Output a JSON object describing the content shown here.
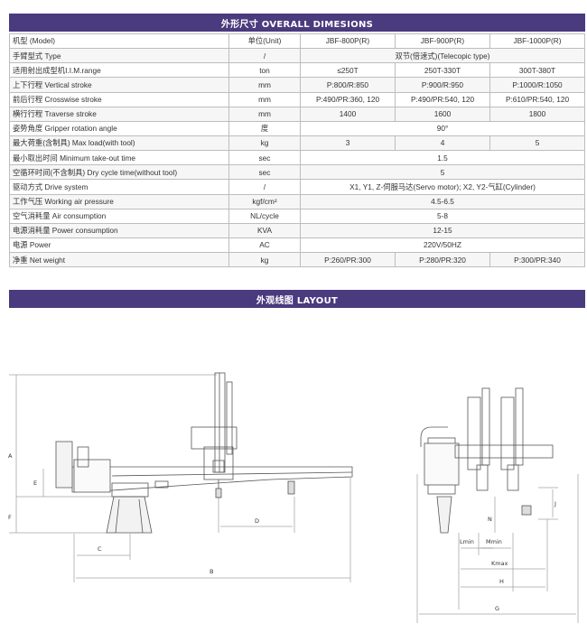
{
  "section_spec": {
    "title": "外形尺寸 OVERALL DIMESIONS"
  },
  "section_layout": {
    "title": "外观线图 LAYOUT"
  },
  "table": {
    "rows": [
      {
        "name": "机型 (Model)",
        "unit": "单位(Unit)",
        "values": [
          "JBF-800P(R)",
          "JBF-900P(R)",
          "JBF-1000P(R)"
        ]
      },
      {
        "name": "手臂型式 Type",
        "unit": "/",
        "values": [
          "双节(倍速式)(Telecopic type)"
        ]
      },
      {
        "name": "适用射出成型机I.I.M.range",
        "unit": "ton",
        "values": [
          "≤250T",
          "250T-330T",
          "300T-380T"
        ]
      },
      {
        "name": "上下行程 Vertical stroke",
        "unit": "mm",
        "values": [
          "P:800/R:850",
          "P:900/R:950",
          "P:1000/R:1050"
        ]
      },
      {
        "name": "前后行程 Crosswise stroke",
        "unit": "mm",
        "values": [
          "P:490/PR:360, 120",
          "P:490/PR:540, 120",
          "P:610/PR:540, 120"
        ]
      },
      {
        "name": "横行行程 Traverse stroke",
        "unit": "mm",
        "values": [
          "1400",
          "1600",
          "1800"
        ]
      },
      {
        "name": "姿势角度 Gripper rotation angle",
        "unit": "度",
        "values": [
          "90°"
        ]
      },
      {
        "name": "最大荷重(含制具) Max load(with tool)",
        "unit": "kg",
        "values": [
          "3",
          "4",
          "5"
        ]
      },
      {
        "name": "最小取出时间 Minimum take-out time",
        "unit": "sec",
        "values": [
          "1.5"
        ]
      },
      {
        "name": "空循环时间(不含制具) Dry cycle time(without tool)",
        "unit": "sec",
        "values": [
          "5"
        ]
      },
      {
        "name": "驱动方式 Drive system",
        "unit": "/",
        "values": [
          "X1, Y1, Z-伺服马达(Servo motor); X2, Y2-气缸(Cylinder)"
        ]
      },
      {
        "name": "工作气压 Working air pressure",
        "unit": "kgf/cm²",
        "values": [
          "4.5-6.5"
        ]
      },
      {
        "name": "空气消耗量 Air consumption",
        "unit": "NL/cycle",
        "values": [
          "5-8"
        ]
      },
      {
        "name": "电源消耗量 Power consumption",
        "unit": "KVA",
        "values": [
          "12-15"
        ]
      },
      {
        "name": "电源 Power",
        "unit": "AC",
        "values": [
          "220V/50HZ"
        ]
      },
      {
        "name": "净重 Net weight",
        "unit": "kg",
        "values": [
          "P:260/PR:300",
          "P:280/PR:320",
          "P:300/PR:340"
        ]
      }
    ]
  },
  "drawing": {
    "side_labels": [
      "A",
      "E",
      "F",
      "C",
      "D",
      "B"
    ],
    "front_labels": [
      "J",
      "N",
      "Lmin",
      "Mmin",
      "Kmax",
      "H",
      "G"
    ]
  }
}
